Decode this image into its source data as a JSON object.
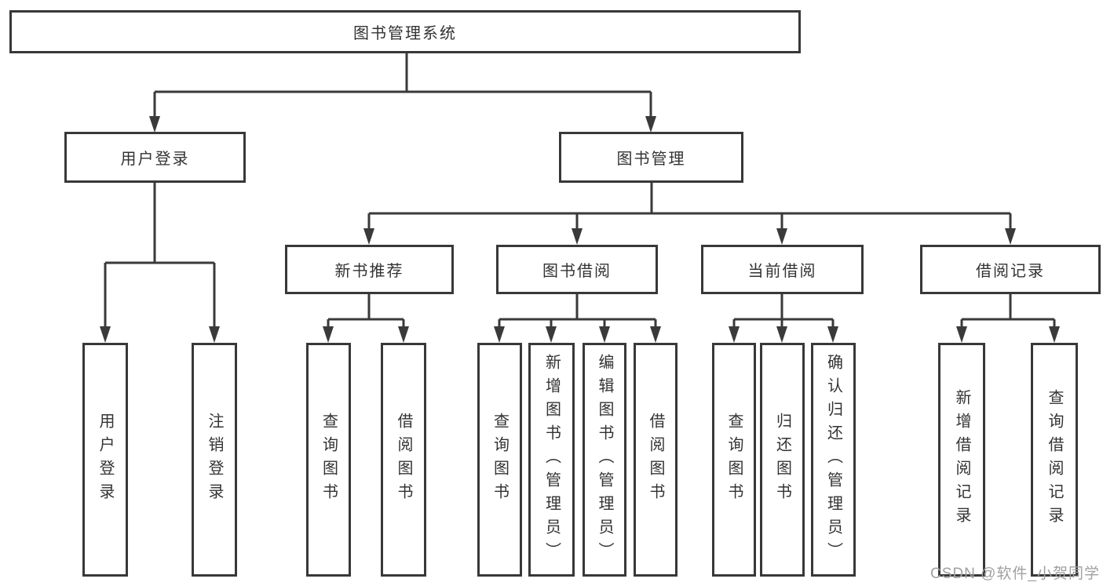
{
  "tree": {
    "root": {
      "label": "图书管理系统"
    },
    "branches": [
      {
        "label": "用户登录",
        "children": [
          {
            "label": "用户登录"
          },
          {
            "label": "注销登录"
          }
        ]
      },
      {
        "label": "图书管理",
        "children": [
          {
            "label": "新书推荐",
            "children": [
              {
                "label": "查询图书"
              },
              {
                "label": "借阅图书"
              }
            ]
          },
          {
            "label": "图书借阅",
            "children": [
              {
                "label": "查询图书"
              },
              {
                "label": "新增图书（管理员）"
              },
              {
                "label": "编辑图书（管理员）"
              },
              {
                "label": "借阅图书"
              }
            ]
          },
          {
            "label": "当前借阅",
            "children": [
              {
                "label": "查询图书"
              },
              {
                "label": "归还图书"
              },
              {
                "label": "确认归还（管理员）"
              }
            ]
          },
          {
            "label": "借阅记录",
            "children": [
              {
                "label": "新增借阅记录"
              },
              {
                "label": "查询借阅记录"
              }
            ]
          }
        ]
      }
    ]
  },
  "watermark": {
    "text": "CSDN @软件_小贺同学"
  },
  "colors": {
    "line": "#3a3a3a",
    "box_border": "#383838",
    "text": "#333333",
    "box_fill": "#ffffff",
    "background": "#ffffff",
    "watermark": "#a0a0a0"
  }
}
